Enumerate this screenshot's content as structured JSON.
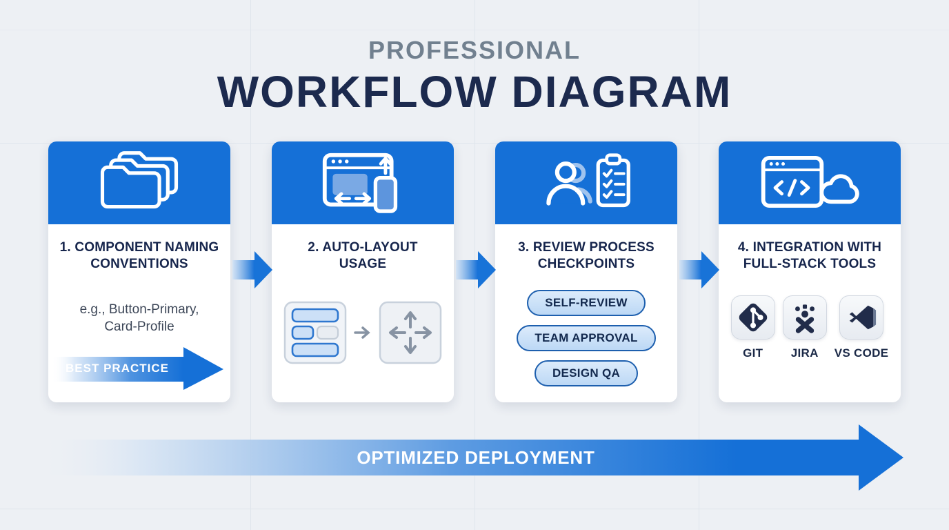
{
  "title": {
    "eyebrow": "PROFESSIONAL",
    "main": "WORKFLOW DIAGRAM"
  },
  "colors": {
    "accent_blue": "#1570d7",
    "dark_navy": "#1c2a4e",
    "eyebrow_gray": "#71808f",
    "background": "#edf0f4",
    "pill_border": "#1d5fae",
    "tool_icon_navy": "#212c4a"
  },
  "cards": [
    {
      "heading": "1. COMPONENT NAMING CONVENTIONS",
      "icon": "stacked-folders-icon",
      "example": "e.g., Button-Primary, Card-Profile",
      "ribbon_label": "BEST PRACTICE"
    },
    {
      "heading": "2. AUTO-LAYOUT USAGE",
      "icon": "browser-responsive-icon",
      "illustration": "layout-blocks-to-resize-arrows"
    },
    {
      "heading": "3. REVIEW PROCESS CHECKPOINTS",
      "icon": "team-checklist-icon",
      "checkpoints": [
        "SELF-REVIEW",
        "TEAM APPROVAL",
        "DESIGN QA"
      ]
    },
    {
      "heading": "4. INTEGRATION WITH FULL-STACK TOOLS",
      "icon": "code-window-cloud-icon",
      "tools": [
        {
          "name": "GIT",
          "icon": "git-icon"
        },
        {
          "name": "JIRA",
          "icon": "jira-icon"
        },
        {
          "name": "VS CODE",
          "icon": "vscode-icon"
        }
      ]
    }
  ],
  "bottom_arrow": {
    "label": "OPTIMIZED DEPLOYMENT"
  }
}
